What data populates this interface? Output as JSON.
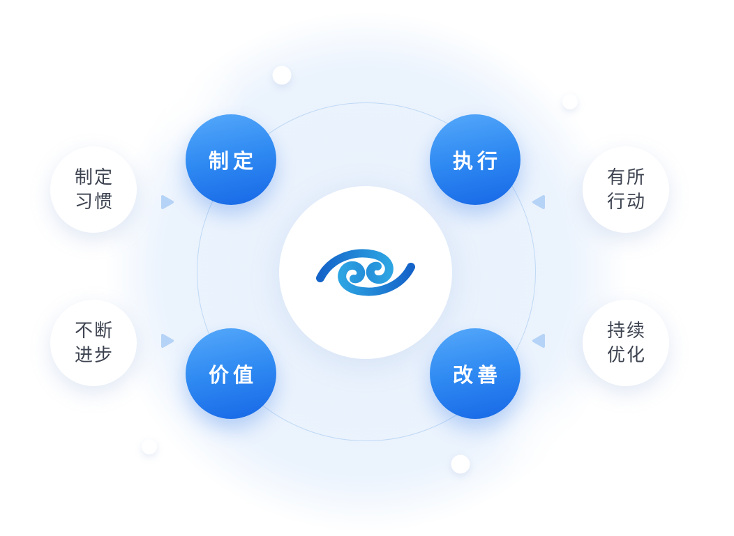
{
  "diagram": {
    "nodes": [
      {
        "label": "制定",
        "position": "top-left"
      },
      {
        "label": "执行",
        "position": "top-right"
      },
      {
        "label": "价值",
        "position": "bottom-left"
      },
      {
        "label": "改善",
        "position": "bottom-right"
      }
    ],
    "satellites": [
      {
        "line1": "制定",
        "line2": "习惯",
        "position": "left-top"
      },
      {
        "line1": "有所",
        "line2": "行动",
        "position": "right-top"
      },
      {
        "line1": "不断",
        "line2": "进步",
        "position": "left-bottom"
      },
      {
        "line1": "持续",
        "line2": "优化",
        "position": "right-bottom"
      }
    ],
    "icons": {
      "center": "eye-swirl-logo",
      "arrow": "chevron-arrow"
    },
    "colors": {
      "node_gradient_top": "#56A9FA",
      "node_gradient_bottom": "#1767E6",
      "ring": "#BFD9F5",
      "background_tint": "#E9F1FC",
      "arrow": "#B5D3F6",
      "logo_dark_blue": "#1463C8",
      "logo_light_blue": "#2DA4E2",
      "node_text": "#FFFFFF",
      "satellite_text": "#3D4350"
    }
  }
}
